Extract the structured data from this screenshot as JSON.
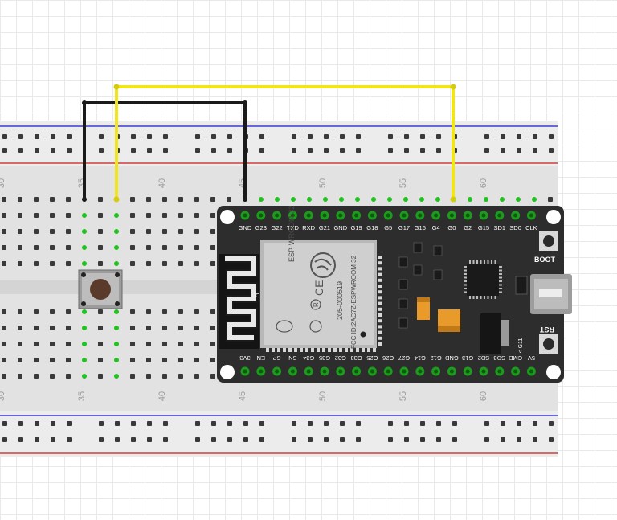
{
  "breadboard": {
    "column_numbers": [
      "30",
      "35",
      "40",
      "45",
      "50",
      "55",
      "60"
    ]
  },
  "board": {
    "top_pins": [
      "GND",
      "G23",
      "G22",
      "TXD",
      "RXD",
      "G21",
      "GND",
      "G19",
      "G18",
      "G5",
      "G17",
      "G16",
      "G4",
      "G0",
      "G2",
      "G15",
      "SD1",
      "SD0",
      "CLK"
    ],
    "bottom_pins": [
      "3V3",
      "EN",
      "SP",
      "SN",
      "G34",
      "G35",
      "G32",
      "G33",
      "G25",
      "G26",
      "G27",
      "G14",
      "G12",
      "GND",
      "G13",
      "SD2",
      "SD3",
      "CMD",
      "5V"
    ],
    "module_lines": [
      "ESP-WROOM-32",
      "205-000519",
      "FCC ID:2AC7Z-ESPWROOM 32"
    ],
    "boot_label": "BOOT",
    "rst_label": "RST",
    "antenna_label": "C",
    "g11_label": "< G11"
  },
  "colors": {
    "breadboard": "#e2e2e2",
    "blue_rail": "#3b3bd6",
    "red_rail": "#d43c3c",
    "board": "#2d2d2d",
    "module_shield": "#cfcfcf",
    "wire_yellow": "#f1e51c",
    "wire_black": "#1a1a1a",
    "pin_highlight": "#1fc21f"
  },
  "icons": [
    "wifi-logo-icon",
    "ce-mark-icon",
    "r-mark-icon",
    "ground-symbol-icon",
    "chip-icon",
    "tactile-button-icon",
    "usb-connector-icon"
  ]
}
